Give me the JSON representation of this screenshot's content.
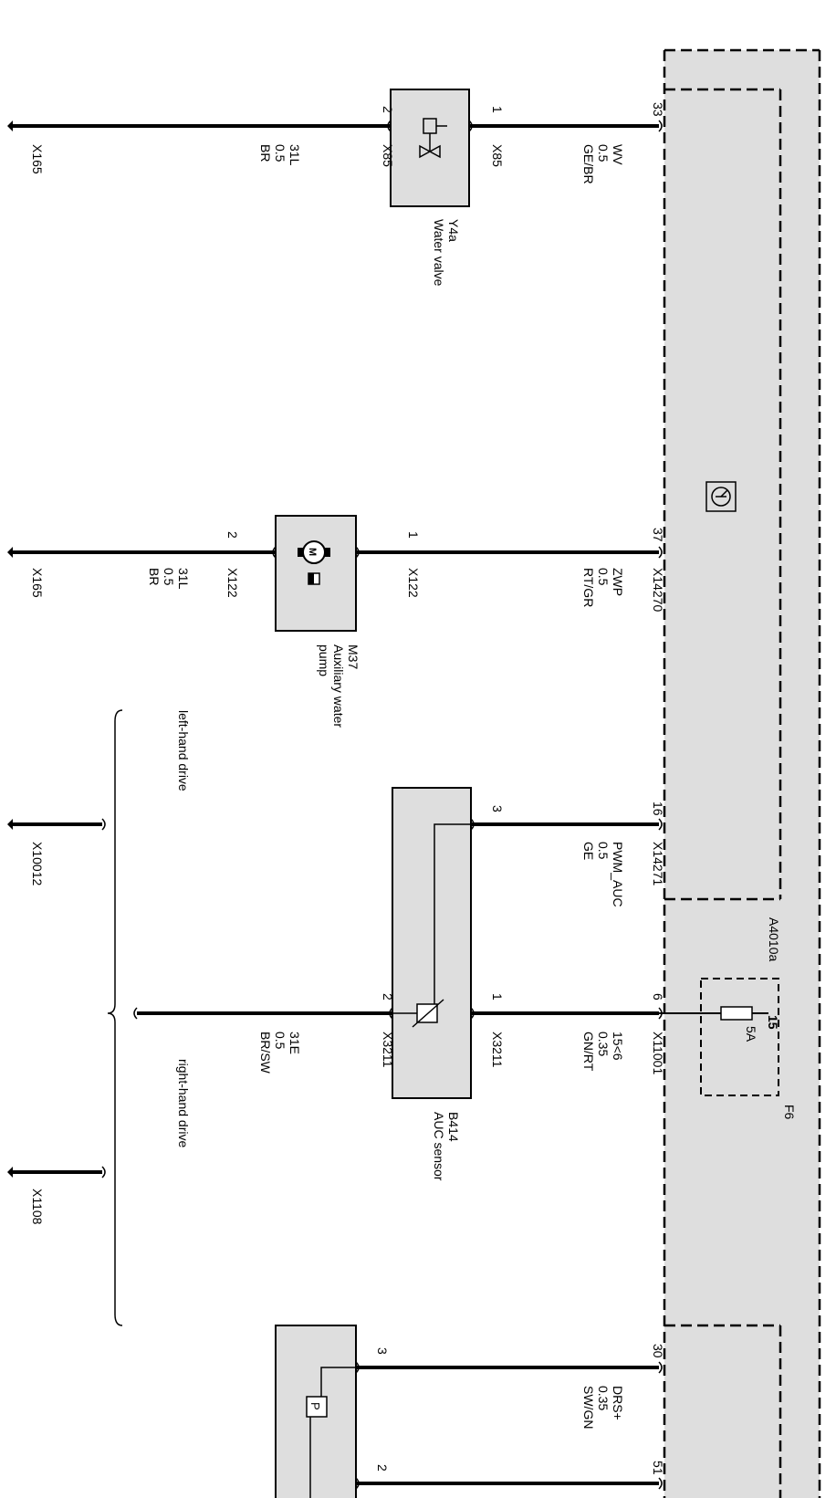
{
  "module": {
    "name": "A4010a",
    "symbol_icon": "ecu-module-icon",
    "fuse": {
      "name": "F6",
      "terminal": "15",
      "rating": "5A"
    }
  },
  "circuits": [
    {
      "id": "water-valve",
      "module_pin": "33",
      "signal": "WV",
      "size": "0.5",
      "color": "GE/BR",
      "comp_pin_in": "1",
      "comp_conn_in": "X85",
      "component_code": "Y4a",
      "component_name": "Water valve",
      "comp_pin_out": "2",
      "comp_conn_out": "X85",
      "gnd_signal": "31L",
      "gnd_size": "0.5",
      "gnd_color": "BR",
      "ground": "X165"
    },
    {
      "id": "aux-pump",
      "module_pin": "37",
      "module_conn": "X14270",
      "signal": "ZWP",
      "size": "0.5",
      "color": "RT/GR",
      "comp_pin_in": "1",
      "comp_conn_in": "X122",
      "component_code": "M37",
      "component_name_1": "Auxiliary water",
      "component_name_2": "pump",
      "comp_pin_out": "2",
      "comp_conn_out": "X122",
      "gnd_signal": "31L",
      "gnd_size": "0.5",
      "gnd_color": "BR",
      "ground": "X165"
    },
    {
      "id": "auc-sensor",
      "module_pin_a": "16",
      "module_conn_a": "X14271",
      "signal_a": "PWM_AUC",
      "size_a": "0.5",
      "color_a": "GE",
      "comp_pin_a": "3",
      "module_pin_b": "6",
      "module_conn_b": "X11001",
      "signal_b": "15<6",
      "size_b": "0.35",
      "color_b": "GN/RT",
      "comp_pin_b": "1",
      "comp_conn_b": "X3211",
      "component_code": "B414",
      "component_name": "AUC sensor",
      "comp_pin_out": "2",
      "comp_conn_out": "X3211",
      "gnd_signal": "31E",
      "gnd_size": "0.5",
      "gnd_color": "BR/SW",
      "lhd_label": "left-hand drive",
      "rhd_label": "right-hand drive",
      "ground_lhd": "X10012",
      "ground_rhd": "X1108"
    },
    {
      "id": "pressure-sensor",
      "module_pin_a": "30",
      "signal_a": "DRS+",
      "size_a": "0.35",
      "color_a": "SW/GN",
      "comp_pin_a": "3",
      "module_pin_b": "51",
      "comp_pin_b": "2",
      "sensor_symbol": "P"
    }
  ]
}
